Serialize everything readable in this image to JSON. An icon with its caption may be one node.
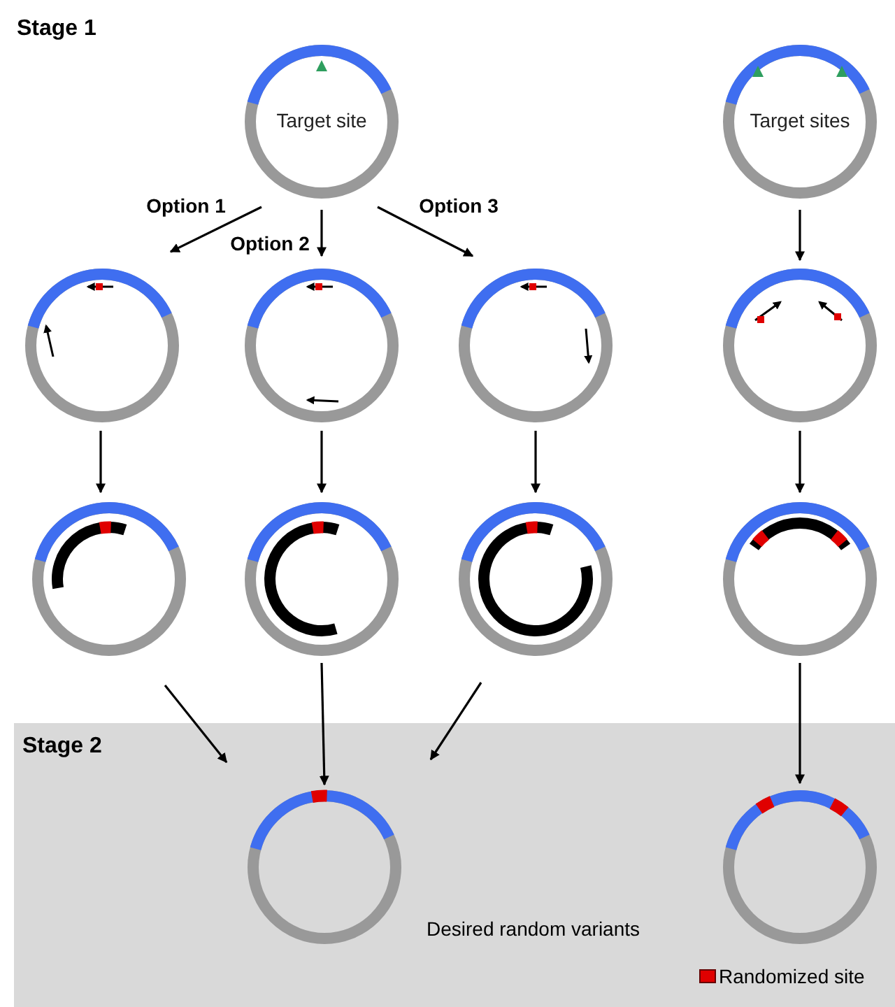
{
  "diagram": {
    "nodes": [
      {
        "text": [
          "Target site"
        ]
      },
      {
        "text": [
          "Target sites"
        ]
      },
      {
        "text": [],
        "shape": "circle"
      },
      {
        "text": [],
        "shape": "circle"
      },
      {
        "text": [],
        "shape": "circle"
      },
      {
        "text": [],
        "shape": "circle"
      },
      {
        "text": [],
        "shape": "circle"
      },
      {
        "text": [],
        "shape": "circle"
      },
      {
        "text": [],
        "shape": "circle"
      },
      {
        "text": [],
        "shape": "circle"
      },
      {
        "text": [
          "Stage 2"
        ]
      },
      {
        "text": [],
        "shape": "circle",
        "in": 10
      },
      {
        "text": [],
        "shape": "circle",
        "in": 10
      }
    ],
    "edges": [
      {
        "from": 0,
        "to": 2,
        "arrow": "to",
        "label": "Option 1"
      },
      {
        "from": 0,
        "to": 3,
        "arrow": "to",
        "label": "Option 2"
      },
      {
        "from": 0,
        "to": 4,
        "arrow": "to",
        "label": "Option 3"
      },
      {
        "from": 1,
        "to": 5,
        "arrow": "to"
      },
      {
        "from": 2,
        "to": 6,
        "arrow": "to"
      },
      {
        "from": 3,
        "to": 7,
        "arrow": "to"
      },
      {
        "from": 4,
        "to": 8,
        "arrow": "to"
      },
      {
        "from": 5,
        "to": 9,
        "arrow": "to"
      },
      {
        "from": 6,
        "to": 11,
        "arrow": "to"
      },
      {
        "from": 7,
        "to": 11,
        "arrow": "to"
      },
      {
        "from": 8,
        "to": 11,
        "arrow": "to"
      },
      {
        "from": 9,
        "to": 12,
        "arrow": "to"
      }
    ],
    "labels": [
      "Stage 1",
      "Desired random variants"
    ],
    "legend": [
      {
        "text": "Randomized site",
        "color": "#e00000"
      }
    ]
  }
}
